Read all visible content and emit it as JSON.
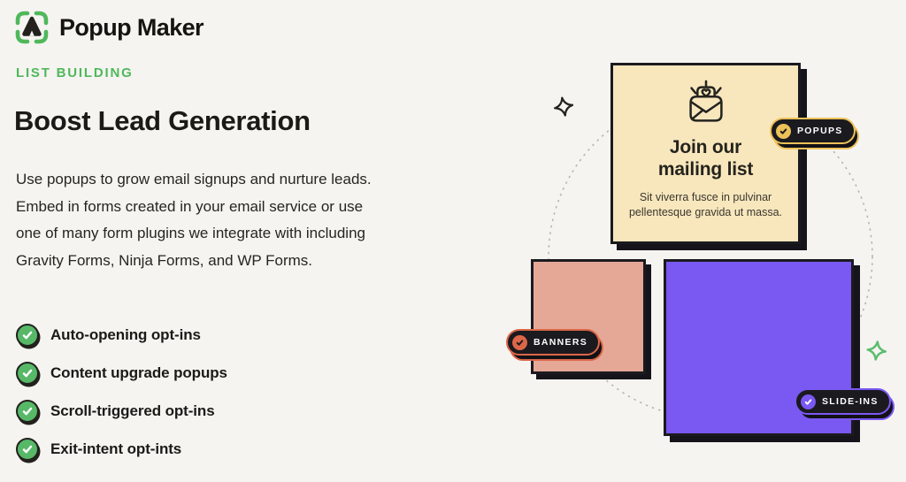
{
  "brand": {
    "wordmark": "Popup Maker"
  },
  "hero": {
    "eyebrow": "LIST BUILDING",
    "title": "Boost Lead Generation",
    "paragraph": "Use popups to grow email signups and nurture leads.\nEmbed in forms created in your email service or use\none of many form plugins we integrate with including\nGravity Forms, Ninja Forms, and WP Forms.",
    "features": [
      {
        "label": "Auto-opening opt-ins"
      },
      {
        "label": "Content upgrade popups"
      },
      {
        "label": "Scroll-triggered opt-ins"
      },
      {
        "label": "Exit-intent opt-ints"
      }
    ]
  },
  "illustration": {
    "popup_card": {
      "title": "Join our\nmailing list",
      "body": "Sit viverra fusce in pulvinar\npellentesque gravida ut massa."
    },
    "badges": [
      {
        "label": "POPUPS",
        "accent": "#ECC158"
      },
      {
        "label": "BANNERS",
        "accent": "#DB6748"
      },
      {
        "label": "SLIDE-INS",
        "accent": "#7A58F2"
      }
    ],
    "colors": {
      "background": "#F5F4F1",
      "popup_card": "#F8E7BD",
      "banner_card": "#E5A897",
      "slidein_card": "#7A58F2",
      "brand_green": "#4FB85A",
      "check_green": "#57B868",
      "dark": "#1B1A1F"
    },
    "icons": {
      "logo": "viewfinder-triangle",
      "popup_card_icon": "envelope-heart-sparkle",
      "feature_icon": "check-circle",
      "badge_icon": "check",
      "decoration": "four-point-star"
    }
  }
}
